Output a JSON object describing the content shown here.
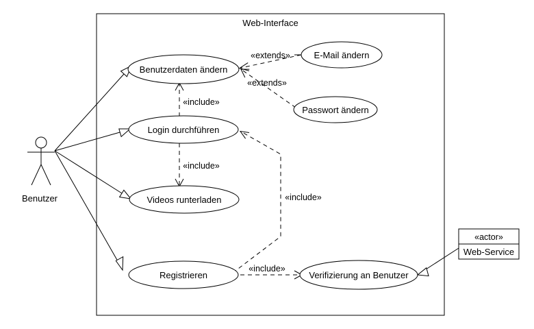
{
  "diagram": {
    "system": {
      "title": "Web-Interface"
    },
    "actors": {
      "user": {
        "name": "Benutzer"
      },
      "service": {
        "stereotype": "«actor»",
        "name": "Web-Service"
      }
    },
    "use_cases": {
      "change_user_data": "Benutzerdaten ändern",
      "change_email": "E-Mail ändern",
      "change_password": "Passwort ändern",
      "login": "Login durchführen",
      "download_videos": "Videos runterladen",
      "register": "Registrieren",
      "verify_user": "Verifizierung an Benutzer"
    },
    "relations": {
      "extends_email": "«extends»",
      "extends_password": "«extends»",
      "include_login_data": "«include»",
      "include_login_videos": "«include»",
      "include_register_login": "«include»",
      "include_register_verify": "«include»"
    }
  }
}
